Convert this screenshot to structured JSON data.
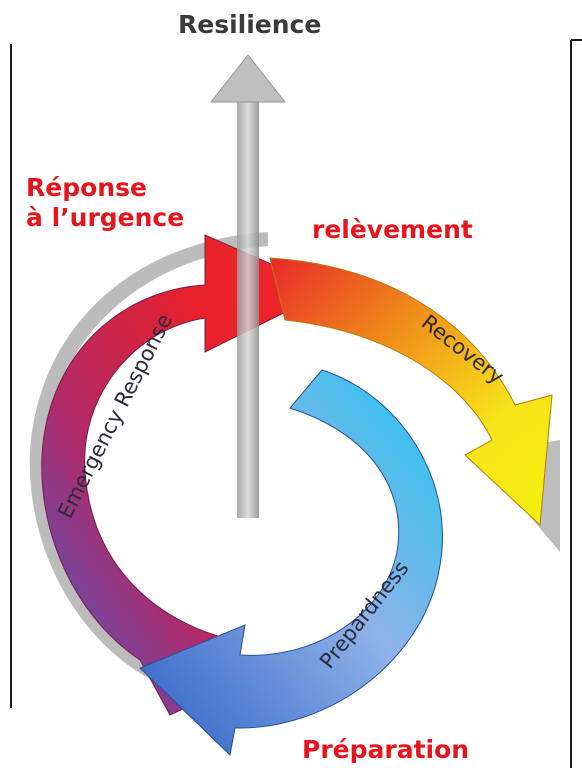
{
  "title": "Resilience",
  "labels": {
    "response_fr_line1": "Réponse",
    "response_fr_line2": "à l’urgence",
    "recovery_fr": "relèvement",
    "preparation_fr": "Préparation"
  },
  "cycle": {
    "emergency_response": "Emergency Response",
    "recovery": "Recovery",
    "preparedness": "Prepardness"
  }
}
